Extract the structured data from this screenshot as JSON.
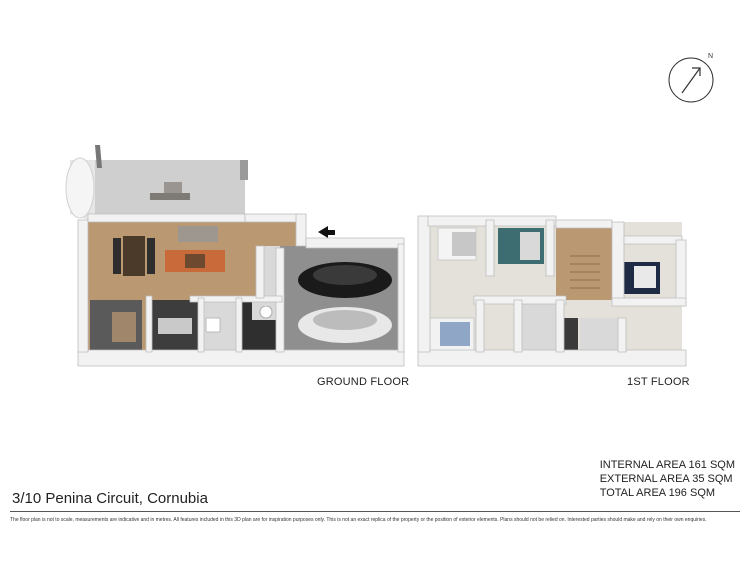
{
  "floors": {
    "ground_label": "GROUND FLOOR",
    "first_label": "1ST FLOOR"
  },
  "areas": {
    "internal": "INTERNAL AREA 161 SQM",
    "external": "EXTERNAL AREA 35 SQM",
    "total": "TOTAL AREA 196 SQM"
  },
  "address": "3/10 Penina Circuit, Cornubia",
  "disclaimer": "The floor plan is not to scale, measurements are indicative and in metres. All features included in this 3D plan are for inspiration purposes only. This is not an exact replica of the property or the position of exterior elements. Plans should not be relied on. Interested parties should make and rely on their own enquiries.",
  "compass": {
    "letter": "N"
  },
  "colors": {
    "wall": "#f2f2f2",
    "wall_shadow": "#bdbdbd",
    "wood_floor": "#b99872",
    "tile_floor": "#d9d9d9",
    "concrete": "#8f8f8f",
    "deck": "#cfcfcf",
    "carpet": "#e4e0da",
    "dark_floor": "#3a3a3a"
  }
}
